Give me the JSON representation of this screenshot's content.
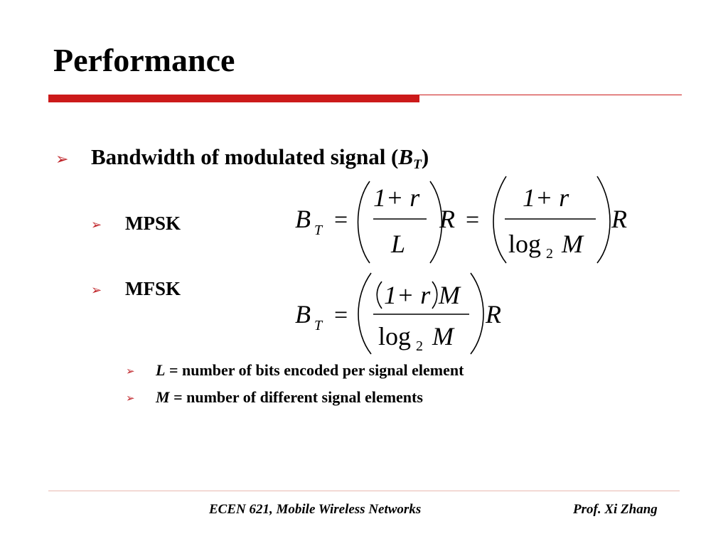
{
  "slide": {
    "title": "Performance"
  },
  "bullets": {
    "main": {
      "text": "Bandwidth of modulated signal (",
      "var": "B",
      "sub": "T",
      "close": ")"
    },
    "mpsk": "MPSK",
    "mfsk": "MFSK",
    "defs": [
      {
        "var": "L",
        "text": " = number of bits encoded per signal element"
      },
      {
        "var": "M",
        "text": " = number of different signal elements"
      }
    ]
  },
  "equations": {
    "mpsk": {
      "lhs": "B",
      "lhs_sub": "T",
      "eq1": "=",
      "num1": "1+ r",
      "den1": "L",
      "R1": "R",
      "eq2": "=",
      "num2": "1+ r",
      "den2_log": "log",
      "den2_sub": "2",
      "den2_var": "M",
      "R2": "R"
    },
    "mfsk": {
      "lhs": "B",
      "lhs_sub": "T",
      "eq1": "=",
      "num_inner": "1+ r",
      "num_var": "M",
      "den_log": "log",
      "den_sub": "2",
      "den_var": "M",
      "R": "R"
    }
  },
  "footer": {
    "course": "ECEN 621, Mobile Wireless Networks",
    "author": "Prof. Xi Zhang"
  },
  "colors": {
    "accent": "#cc1a1a",
    "bullet": "#c0262b",
    "footer_rule": "#e9b9b0"
  }
}
